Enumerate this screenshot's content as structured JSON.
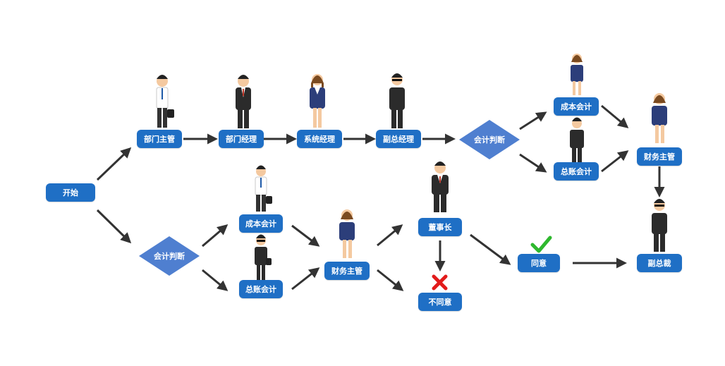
{
  "colors": {
    "node_fill": "#1f6fc5",
    "diamond_fill": "#4f7fd0",
    "arrow": "#333333",
    "check": "#2eb82e",
    "cross": "#e21b1b"
  },
  "nodes": {
    "start": "开始",
    "dept_head": "部门主管",
    "dept_manager": "部门经理",
    "sys_manager": "系统经理",
    "vp_manager": "副总经理",
    "judge_top": "会计判断",
    "cost_acc_top": "成本会计",
    "general_acc_top": "总账会计",
    "finance_head_top": "财务主管",
    "vice_president": "副总裁",
    "judge_bottom": "会计判断",
    "cost_acc_bottom": "成本会计",
    "general_acc_bottom": "总账会计",
    "finance_head_bottom": "财务主管",
    "chairman": "董事长",
    "agree": "同意",
    "disagree": "不同意"
  },
  "icons": {
    "agree": "check-icon",
    "disagree": "cross-icon"
  }
}
